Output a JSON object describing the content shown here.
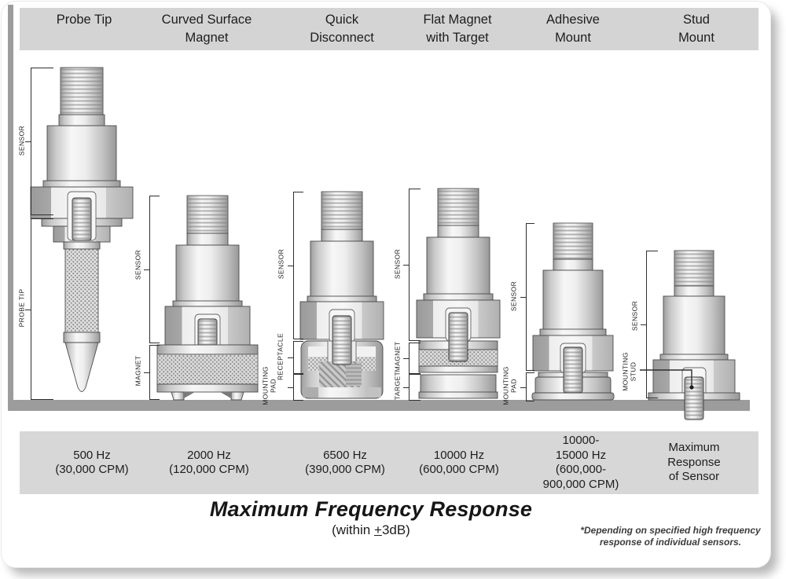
{
  "columns": [
    {
      "id": "probe-tip",
      "header": "Probe Tip",
      "frequency": "500 Hz\n(30,000 CPM)",
      "parts": [
        "SENSOR",
        "PROBE TIP"
      ]
    },
    {
      "id": "curved-surface-magnet",
      "header": "Curved Surface\nMagnet",
      "frequency": "2000 Hz\n(120,000 CPM)",
      "parts": [
        "SENSOR",
        "MAGNET"
      ]
    },
    {
      "id": "quick-disconnect",
      "header": "Quick\nDisconnect",
      "frequency": "6500 Hz\n(390,000 CPM)",
      "parts": [
        "SENSOR",
        "RECEPTACLE",
        "MOUNTING\nPAD"
      ]
    },
    {
      "id": "flat-magnet-with-target",
      "header": "Flat Magnet\nwith Target",
      "frequency": "10000 Hz\n(600,000 CPM)",
      "parts": [
        "SENSOR",
        "MAGNET",
        "TARGET"
      ]
    },
    {
      "id": "adhesive-mount",
      "header": "Adhesive\nMount",
      "frequency": "10000-\n15000 Hz\n(600,000-\n900,000 CPM)",
      "parts": [
        "SENSOR",
        "MOUNTING\nPAD"
      ]
    },
    {
      "id": "stud-mount",
      "header": "Stud\nMount",
      "frequency": "Maximum\nResponse\nof Sensor",
      "parts": [
        "SENSOR",
        "MOUNTING\nSTUD"
      ]
    }
  ],
  "title": "Maximum Frequency Response",
  "subtitle": {
    "pre": "(within ",
    "plus": "+",
    "post": "3dB)"
  },
  "footnote": "*Depending on specified high frequency\nresponse of individual sensors.",
  "colors": {
    "band_gray": "#d4d4d4",
    "surface_gray": "#9c9c9c",
    "text_dark": "#1d1d1d",
    "note_gray": "#3c3c3c"
  }
}
